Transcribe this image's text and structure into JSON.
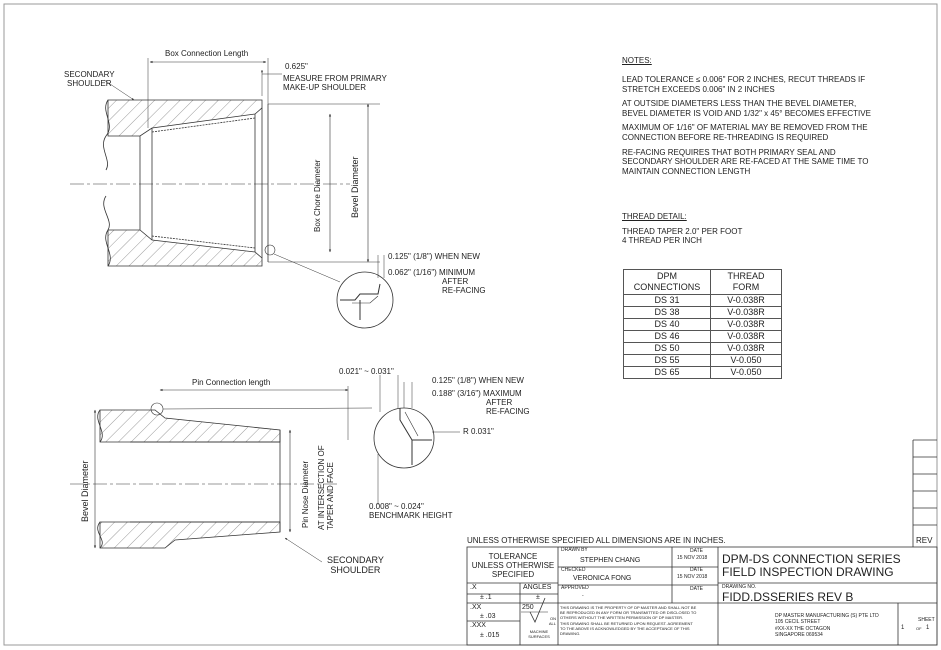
{
  "top_view": {
    "secondary_shoulder": [
      "SECONDARY",
      "SHOULDER"
    ],
    "box_connection_length": "Box Connection Length",
    "dim_0625": "0.625\"",
    "measure_from": [
      "MEASURE FROM PRIMARY",
      "MAKE-UP SHOULDER"
    ],
    "box_chore_diameter": "Box Chore Diameter",
    "bevel_diameter": "Bevel Diameter",
    "when_new": "0.125\" (1/8\")  WHEN NEW",
    "minimum": [
      "0.062\" (1/16\")  MINIMUM",
      "AFTER",
      "RE-FACING"
    ]
  },
  "bottom_view": {
    "dim_0021": "0.021\" ~ 0.031\"",
    "pin_connection_length": "Pin Connection length",
    "when_new": "0.125\" (1/8\") WHEN NEW",
    "maximum": [
      "0.188\" (3/16\")  MAXIMUM",
      "AFTER",
      "RE-FACING"
    ],
    "radius": "R 0.031\"",
    "bevel_diameter": "Bevel Diameter",
    "pin_nose_diameter": "Pin Nose Diameter",
    "at_intersection": [
      "AT INTERSECTION OF",
      "TAPER AND FACE"
    ],
    "benchmark": [
      "0.008\" ~ 0.024\"",
      "BENCHMARK HEIGHT"
    ],
    "secondary_shoulder": [
      "SECONDARY",
      "SHOULDER"
    ]
  },
  "notes": {
    "heading": "NOTES:",
    "items": [
      [
        "LEAD TOLERANCE ≤ 0.006\" FOR 2 INCHES, RECUT THREADS IF",
        "STRETCH EXCEEDS 0.006\" IN 2 INCHES"
      ],
      [
        "AT OUTSIDE DIAMETERS LESS THAN THE BEVEL DIAMETER,",
        "BEVEL DIAMETER IS VOID AND 1/32\" x 45° BECOMES EFFECTIVE"
      ],
      [
        "MAXIMUM OF 1/16\" OF MATERIAL MAY BE REMOVED FROM THE",
        "CONNECTION BEFORE RE-THREADING IS REQUIRED"
      ],
      [
        "RE-FACING REQUIRES THAT BOTH PRIMARY SEAL AND",
        "SECONDARY SHOULDER ARE RE-FACED AT THE SAME TIME TO",
        "MAINTAIN CONNECTION LENGTH"
      ]
    ]
  },
  "thread_detail": {
    "heading": "THREAD DETAIL:",
    "lines": [
      "THREAD TAPER 2.0\" PER FOOT",
      "4 THREAD PER INCH"
    ]
  },
  "thread_table": {
    "headers": [
      [
        "DPM",
        "CONNECTIONS"
      ],
      [
        "THREAD",
        "FORM"
      ]
    ],
    "rows": [
      [
        "DS 31",
        "V-0.038R"
      ],
      [
        "DS 38",
        "V-0.038R"
      ],
      [
        "DS 40",
        "V-0.038R"
      ],
      [
        "DS 46",
        "V-0.038R"
      ],
      [
        "DS 50",
        "V-0.038R"
      ],
      [
        "DS 55",
        "V-0.050"
      ],
      [
        "DS 65",
        "V-0.050"
      ]
    ]
  },
  "unless_note": "UNLESS OTHERWISE SPECIFIED ALL DIMENSIONS ARE IN INCHES.",
  "rev_label": "REV",
  "title_block": {
    "tolerance": [
      "TOLERANCE",
      "UNLESS OTHERWISE",
      "SPECIFIED"
    ],
    "x": ".X",
    "x_tol": "± .1",
    "xx": ".XX",
    "xx_tol": "± .03",
    "xxx": ".XXX",
    "xxx_tol": "± .015",
    "angles": "ANGLES",
    "angles_tol": "±",
    "surface": "250",
    "surface_notes": [
      "ON",
      "ALL",
      "MACHINE",
      "SURFACES"
    ],
    "drawn_by_label": "DRAWN BY",
    "drawn_by": "STEPHEN CHANG",
    "checked_label": "CHECKED",
    "checked": "VERONICA FONG",
    "approved_label": "APPROVED",
    "approved": "-",
    "date_label": "DATE",
    "date1": "15 NOV 2018",
    "date2": "15 NOV 2018",
    "property_text": [
      "THIS DRAWING IS THE PROPERTY OF DP MASTER AND SHALL NOT BE",
      "BE REPRODUCED IN ANY FORM OR TRANSMITTED OR DISCLOSED TO",
      "OTHERS WITHOUT THE WRITTEN PERMISSION OF DP MASTER.",
      "THIS DRAWING SHALL BE RETURNED UPON REQUEST. AGREEMENT",
      "TO THE ABOVE IS ACKNOWLEDGED BY THE ACCEPTANCE OF THIS",
      "DRAWING."
    ],
    "title": [
      "DPM-DS CONNECTION SERIES",
      "FIELD INSPECTION DRAWING"
    ],
    "drawing_no_label": "DRAWING NO.",
    "drawing_no": "FIDD.DSSERIES REV B",
    "company": [
      "DP MASTER MANUFACTURING (S) PTE LTD",
      "105 CECIL STREET",
      "#XX-XX THE OCTAGON",
      "SINGAPORE 069534"
    ],
    "sheet_label": "SHEET",
    "sheet": "1",
    "of": "OF",
    "sheet_total": "1"
  }
}
